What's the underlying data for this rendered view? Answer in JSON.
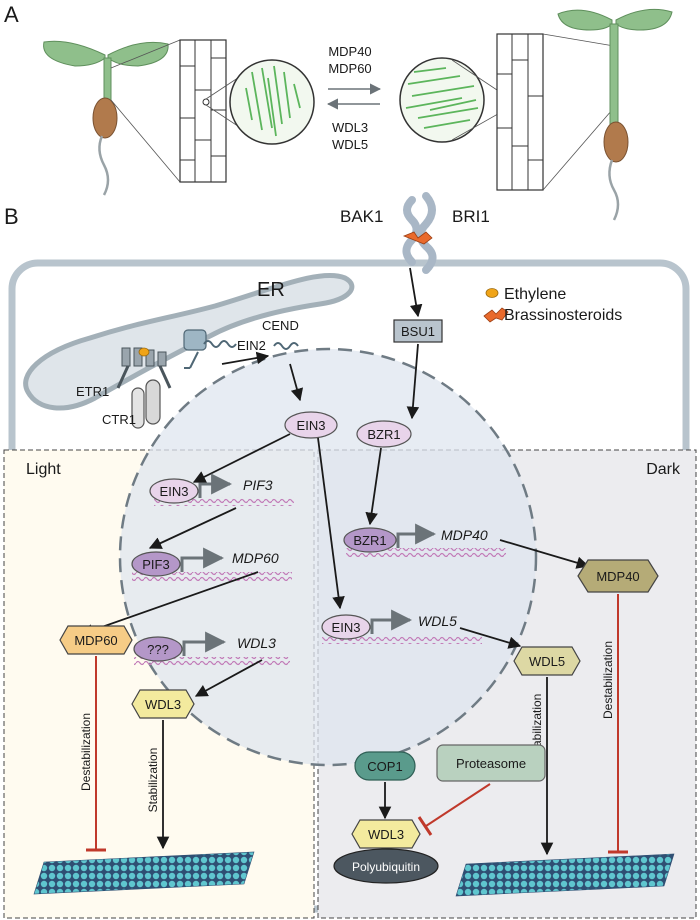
{
  "panel_a": {
    "label": "A",
    "arrow_top_labels": [
      "MDP40",
      "MDP60"
    ],
    "arrow_bottom_labels": [
      "WDL3",
      "WDL5"
    ]
  },
  "panel_b": {
    "label": "B",
    "receptor": {
      "left": "BAK1",
      "right": "BRI1"
    },
    "er_label": "ER",
    "legend": {
      "ethylene": "Ethylene",
      "brassinosteroids": "Brassinosteroids"
    },
    "membrane_proteins": {
      "etr1": "ETR1",
      "ctr1": "CTR1",
      "ein2": "EIN2",
      "cend": "CEND"
    },
    "bsu1": "BSU1",
    "regions": {
      "light": "Light",
      "dark": "Dark"
    },
    "nucleus": {
      "ein3_top": "EIN3",
      "bzr1_top": "BZR1",
      "ein3_box": "EIN3",
      "pif3_gene": "PIF3",
      "pif3_box": "PIF3",
      "mdp60_gene": "MDP60",
      "unknown_box": "???",
      "wdl3_gene": "WDL3",
      "bzr1_box": "BZR1",
      "mdp40_gene": "MDP40",
      "ein3_box_right": "EIN3",
      "wdl5_gene": "WDL5"
    },
    "cytoplasm": {
      "mdp60": "MDP60",
      "wdl3": "WDL3",
      "mdp40": "MDP40",
      "wdl5": "WDL5",
      "cop1": "COP1",
      "proteasome": "Proteasome",
      "wdl3_degraded": "WDL3",
      "polyubiquitin": "Polyubiquitin"
    },
    "effects": {
      "light_destabilization": "Destabilization",
      "light_stabilization": "Stabilization",
      "dark_stabilization": "Stabilization",
      "dark_destabilization": "Destabilization"
    }
  },
  "colors": {
    "cell_wall": "#b8c4cd",
    "nucleus_fill": "#dfe5ef",
    "light_region": "#fffbf0",
    "dark_region": "#ececef",
    "purple_oval": "#e8d4ea",
    "purple_dark": "#b497c8",
    "hex_orange": "#f6cc86",
    "hex_yellow": "#f3ea9e",
    "hex_olive": "#b5ab77",
    "hex_khaki": "#ddd8a4",
    "cop1_teal": "#5a9b8c",
    "proteasome_green": "#b9d1bf",
    "inhibit_red": "#c0392b",
    "seedling_green": "#8fbf8b",
    "seed_brown": "#b17a4c"
  }
}
